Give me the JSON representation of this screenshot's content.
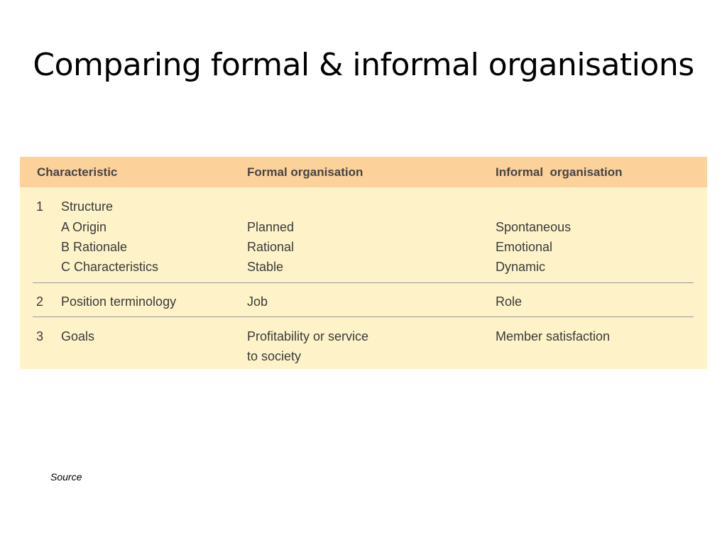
{
  "slide": {
    "title": "Comparing formal & informal organisations",
    "source": "Source"
  },
  "table": {
    "headers": [
      "Characteristic",
      "Formal organisation",
      "Informal  organisation"
    ],
    "rows": [
      {
        "number": "1",
        "characteristic": "Structure",
        "subrows": [
          {
            "characteristic": "A Origin",
            "formal": "Planned",
            "informal": "Spontaneous"
          },
          {
            "characteristic": "B Rationale",
            "formal": "Rational",
            "informal": "Emotional"
          },
          {
            "characteristic": "C Characteristics",
            "formal": "Stable",
            "informal": "Dynamic"
          }
        ]
      },
      {
        "number": "2",
        "characteristic": "Position terminology",
        "formal": "Job",
        "informal": "Role"
      },
      {
        "number": "3",
        "characteristic": "Goals",
        "formal_lines": [
          "Profitability or service",
          "to society"
        ],
        "informal": "Member satisfaction"
      }
    ]
  },
  "colors": {
    "header_bg": "#fdd29a",
    "body_bg": "#fef3c8"
  }
}
